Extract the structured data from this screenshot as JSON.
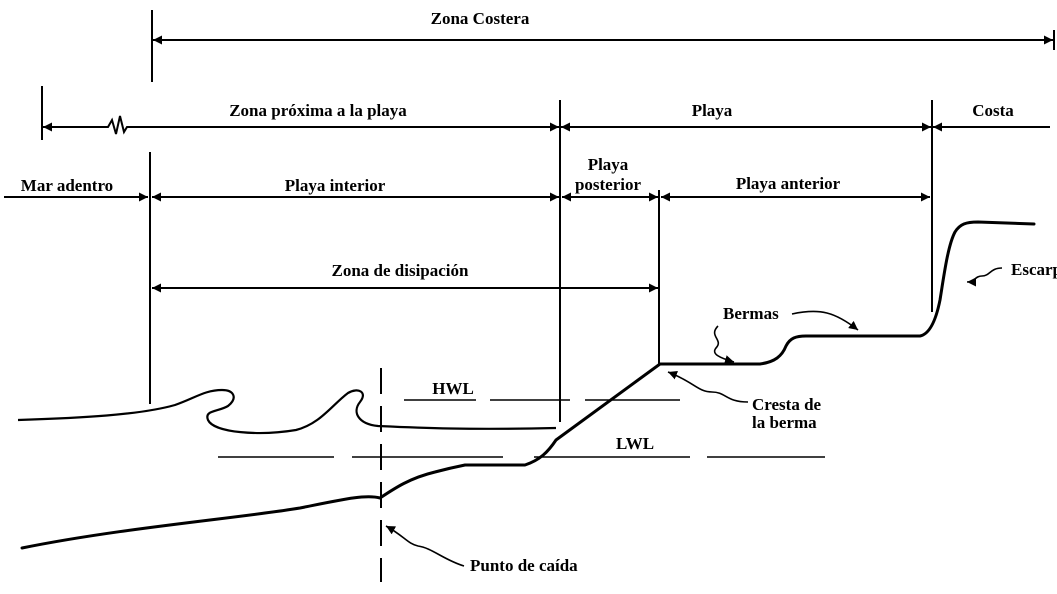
{
  "labels": {
    "zona_costera": "Zona Costera",
    "zona_proxima": "Zona próxima a la playa",
    "playa": "Playa",
    "costa": "Costa",
    "mar_adentro": "Mar adentro",
    "playa_interior": "Playa interior",
    "playa_posterior_1": "Playa",
    "playa_posterior_2": "posterior",
    "playa_anterior": "Playa anterior",
    "zona_disipacion": "Zona de disipación",
    "escarpe": "Escarpe",
    "bermas": "Bermas",
    "hwl": "HWL",
    "lwl": "LWL",
    "cresta_1": "Cresta de",
    "cresta_2": "la berma",
    "punto_caida": "Punto de caída"
  }
}
